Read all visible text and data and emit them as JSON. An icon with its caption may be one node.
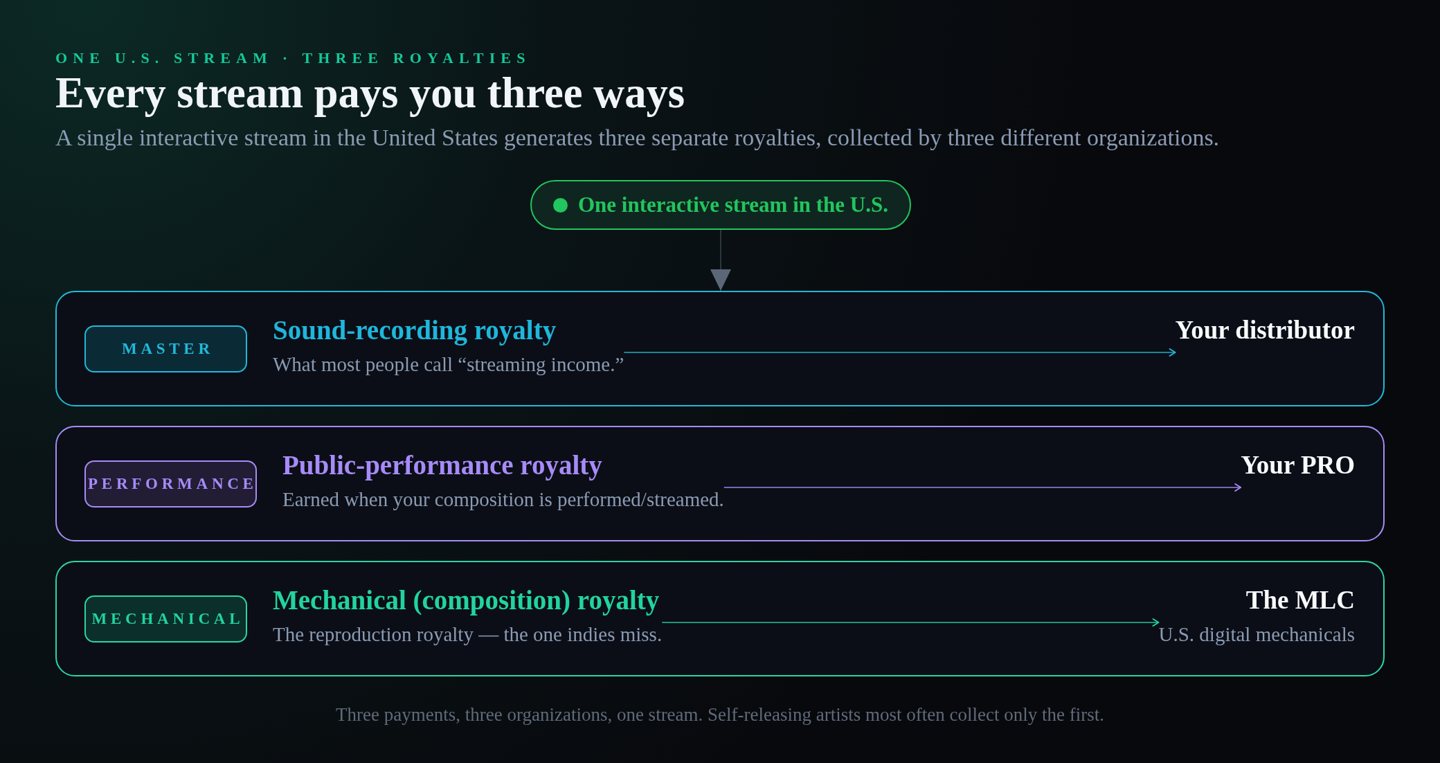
{
  "diagram": {
    "title": "Every stream pays you three ways",
    "caption": "Three payments, three organizations, one stream. Self-releasing artists most often collect only the first.",
    "nodes": [
      {
        "text": [
          "One interactive stream in the U.S."
        ]
      },
      {
        "text": [],
        "shape": "box"
      },
      {
        "text": [
          "MASTER"
        ],
        "in": 1
      },
      {
        "text": [
          "Sound-recording royalty",
          "What most people call “streaming income.”"
        ],
        "in": 1
      },
      {
        "text": [
          "Your distributor"
        ],
        "in": 1
      },
      {
        "text": [],
        "shape": "box"
      },
      {
        "text": [
          "PERFORMANCE"
        ],
        "in": 5
      },
      {
        "text": [
          "Public-performance royalty",
          "Earned when your composition is performed/streamed."
        ],
        "in": 5
      },
      {
        "text": [
          "Your PRO"
        ],
        "in": 5
      },
      {
        "text": [],
        "shape": "box"
      },
      {
        "text": [
          "MECHANICAL"
        ],
        "in": 9
      },
      {
        "text": [
          "Mechanical (composition) royalty",
          "The reproduction royalty — the one indies miss."
        ],
        "in": 9
      },
      {
        "text": [
          "The MLC",
          "U.S. digital mechanicals"
        ],
        "in": 9
      }
    ],
    "edges": [
      {
        "from": 0,
        "to": 1,
        "arrow": "to",
        "color": "#5b6678"
      },
      {
        "from": 3,
        "to": 4,
        "arrow": "to",
        "color": "#22b8d8"
      },
      {
        "from": 7,
        "to": 8,
        "arrow": "to",
        "color": "#a78bfa"
      },
      {
        "from": 11,
        "to": 12,
        "arrow": "to",
        "color": "#22d3a0"
      }
    ],
    "labels": [
      "ONE U.S. STREAM · THREE ROYALTIES",
      "A single interactive stream in the United States generates three separate royalties, collected by three different organizations."
    ]
  }
}
